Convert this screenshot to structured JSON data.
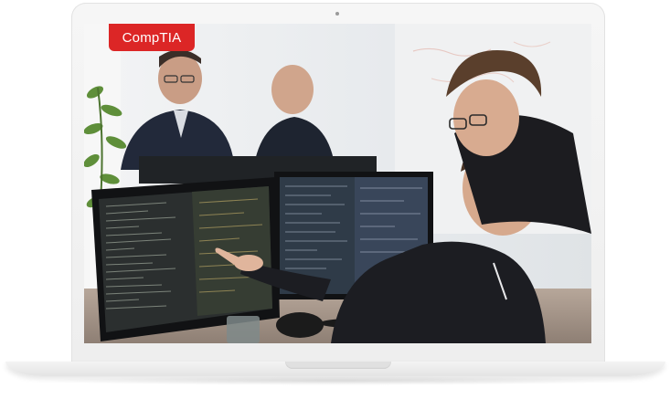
{
  "brand": {
    "name": "CompTIA",
    "color": "#dc2626"
  },
  "device": {
    "type": "laptop-mockup",
    "icons": [
      "webcam-icon"
    ]
  },
  "photo": {
    "subject": "developers-at-monitors",
    "colors": {
      "wall": "#eef0f2",
      "monitor_bezel": "#1a1a1a",
      "terminal_bg": "#2b2f2f",
      "shirt": "#1c1d22"
    }
  }
}
